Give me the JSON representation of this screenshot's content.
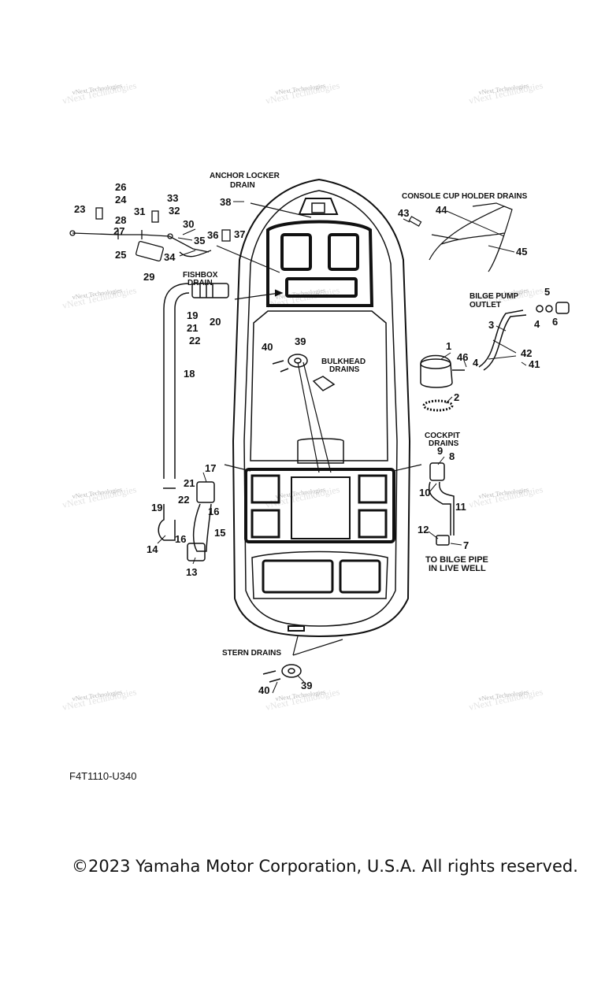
{
  "watermark": "vNext Technologies",
  "labels": {
    "anchor_locker_1": "ANCHOR LOCKER",
    "anchor_locker_2": "DRAIN",
    "console_cup": "CONSOLE CUP HOLDER DRAINS",
    "fishbox_1": "FISHBOX",
    "fishbox_2": "DRAIN",
    "bilge_1": "BILGE PUMP",
    "bilge_2": "OUTLET",
    "bulkhead_1": "BULKHEAD",
    "bulkhead_2": "DRAINS",
    "cockpit_1": "COCKPIT",
    "cockpit_2": "DRAINS",
    "to_bilge_1": "TO BILGE PIPE",
    "to_bilge_2": "IN LIVE WELL",
    "stern": "STERN DRAINS"
  },
  "callouts": {
    "n1": "1",
    "n2": "2",
    "n3": "3",
    "n4a": "4",
    "n4b": "4",
    "n5": "5",
    "n6": "6",
    "n7": "7",
    "n8": "8",
    "n9": "9",
    "n10": "10",
    "n11": "11",
    "n12": "12",
    "n13": "13",
    "n14": "14",
    "n15": "15",
    "n16a": "16",
    "n16b": "16",
    "n17": "17",
    "n18": "18",
    "n19a": "19",
    "n19b": "19",
    "n20": "20",
    "n21a": "21",
    "n21b": "21",
    "n22a": "22",
    "n22b": "22",
    "n23": "23",
    "n24": "24",
    "n25": "25",
    "n26": "26",
    "n27": "27",
    "n28": "28",
    "n29": "29",
    "n30": "30",
    "n31": "31",
    "n32": "32",
    "n33": "33",
    "n34": "34",
    "n35": "35",
    "n36": "36",
    "n37": "37",
    "n38": "38",
    "n39a": "39",
    "n39b": "39",
    "n40a": "40",
    "n40b": "40",
    "n41": "41",
    "n42": "42",
    "n43": "43",
    "n44": "44",
    "n45": "45",
    "n46": "46"
  },
  "footer": {
    "part_code": "F4T1110-U340",
    "copyright": "©2023 Yamaha Motor Corporation, U.S.A. All rights reserved."
  }
}
